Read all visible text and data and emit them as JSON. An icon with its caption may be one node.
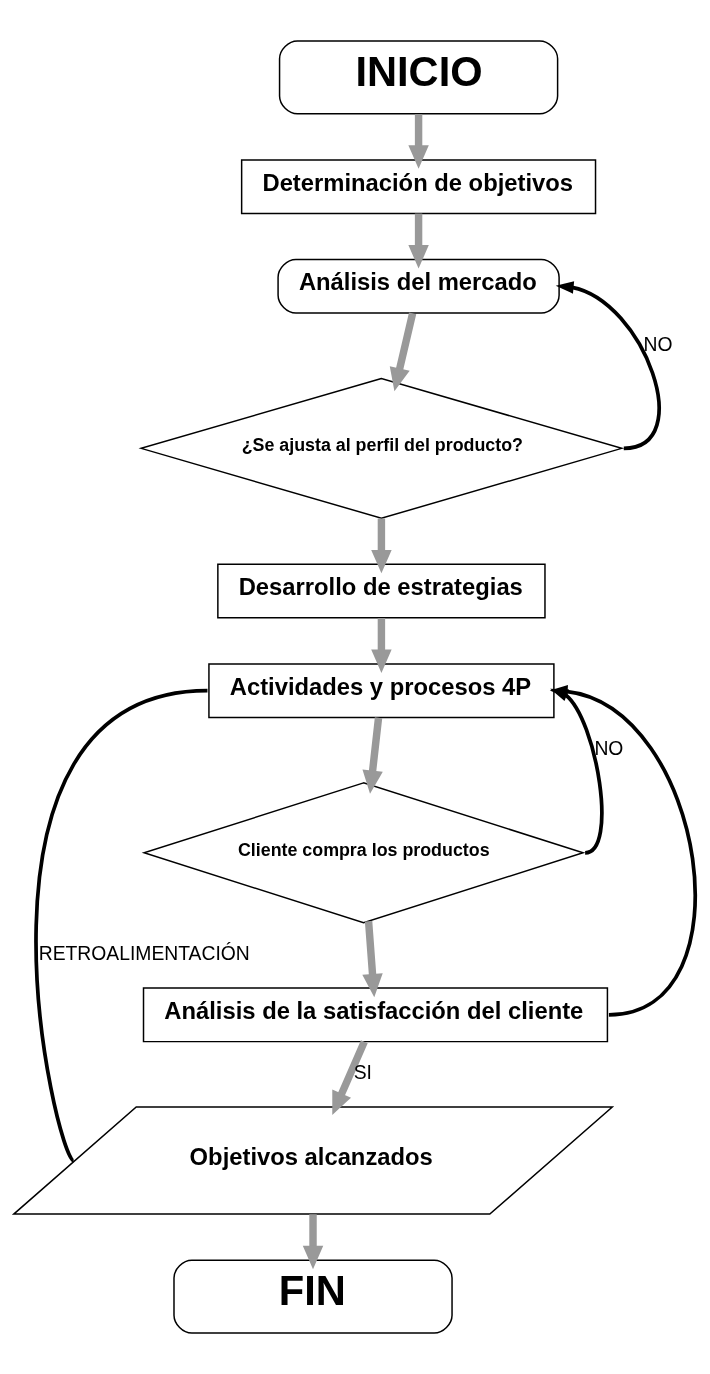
{
  "diagram": {
    "nodes": [
      {
        "text": [
          "INICIO"
        ]
      },
      {
        "text": [
          "Determinación de objetivos"
        ]
      },
      {
        "text": [
          "Análisis del mercado"
        ]
      },
      {
        "text": [
          "¿Se ajusta al perfil del producto?"
        ]
      },
      {
        "text": [
          "Desarrollo de estrategias"
        ]
      },
      {
        "text": [
          "Actividades y procesos 4P"
        ]
      },
      {
        "text": [
          "Cliente compra los productos"
        ]
      },
      {
        "text": [
          "Análisis de la satisfacción del cliente"
        ]
      },
      {
        "text": [
          "Objetivos alcanzados"
        ]
      },
      {
        "text": [
          "FIN"
        ]
      }
    ],
    "edges": [
      {
        "from": 0,
        "to": 1,
        "arrow": "to"
      },
      {
        "from": 1,
        "to": 2,
        "arrow": "to"
      },
      {
        "from": 2,
        "to": 3,
        "arrow": "to"
      },
      {
        "from": 3,
        "to": 2,
        "arrow": "to",
        "label": "NO",
        "color": "#000000"
      },
      {
        "from": 3,
        "to": 4,
        "arrow": "to"
      },
      {
        "from": 4,
        "to": 5,
        "arrow": "to"
      },
      {
        "from": 5,
        "to": 6,
        "arrow": "to"
      },
      {
        "from": 6,
        "to": 5,
        "arrow": "to",
        "label": "NO",
        "color": "#000000"
      },
      {
        "from": 7,
        "to": 5,
        "arrow": "to",
        "color": "#000000"
      },
      {
        "from": 6,
        "to": 7,
        "arrow": "to"
      },
      {
        "from": 7,
        "to": 8,
        "arrow": "to",
        "label": "SI"
      },
      {
        "from": 8,
        "to": 5,
        "arrow": "none",
        "label": "RETROALIMENTACIÓN",
        "color": "#000000"
      },
      {
        "from": 8,
        "to": 9,
        "arrow": "to"
      }
    ]
  }
}
